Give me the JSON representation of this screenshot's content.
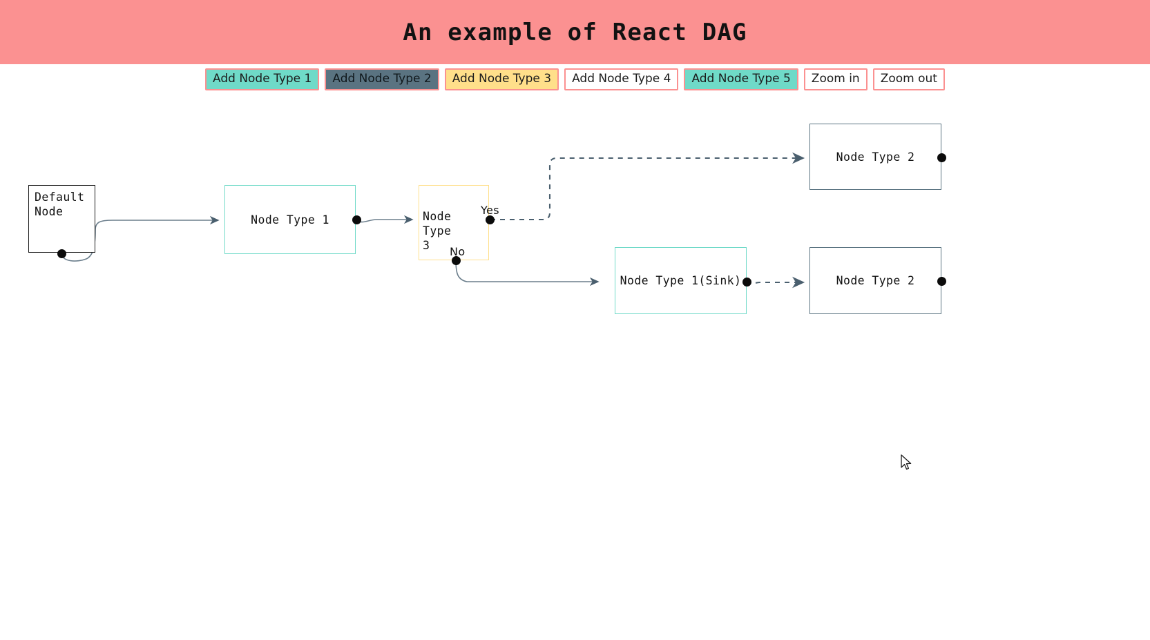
{
  "header": {
    "title": "An example of React DAG",
    "background_color": "#fb9191"
  },
  "toolbar": {
    "buttons": [
      {
        "label": "Add Node Type 1",
        "fill": "#6fdac8",
        "border": "#fb9191",
        "name": "add-node-type-1-button"
      },
      {
        "label": "Add Node Type 2",
        "fill": "#5a7381",
        "border": "#fb9191",
        "name": "add-node-type-2-button"
      },
      {
        "label": "Add Node Type 3",
        "fill": "#ffdf8a",
        "border": "#fb9191",
        "name": "add-node-type-3-button"
      },
      {
        "label": "Add Node Type 4",
        "fill": "#ffffff",
        "border": "#fb9191",
        "name": "add-node-type-4-button"
      },
      {
        "label": "Add Node Type 5",
        "fill": "#6fdac8",
        "border": "#fb9191",
        "name": "add-node-type-5-button"
      },
      {
        "label": "Zoom in",
        "fill": "#ffffff",
        "border": "#fb9191",
        "name": "zoom-in-button"
      },
      {
        "label": "Zoom out",
        "fill": "#ffffff",
        "border": "#fb9191",
        "name": "zoom-out-button"
      }
    ]
  },
  "graph": {
    "nodes": [
      {
        "id": "default",
        "label": "Default\nNode",
        "border_color": "#181818"
      },
      {
        "id": "type1",
        "label": "Node Type 1",
        "border_color": "#6fdac8"
      },
      {
        "id": "type3",
        "label": "Node Type\n3",
        "border_color": "#ffdf8a"
      },
      {
        "id": "type2_top",
        "label": "Node Type 2",
        "border_color": "#5a7381"
      },
      {
        "id": "type1_sink",
        "label": "Node Type 1(Sink)",
        "border_color": "#6fdac8"
      },
      {
        "id": "type2_bottom",
        "label": "Node Type 2",
        "border_color": "#5a7381"
      }
    ],
    "handle_labels": {
      "yes": "Yes",
      "no": "No"
    },
    "edge_color": "#4a5f6e"
  }
}
